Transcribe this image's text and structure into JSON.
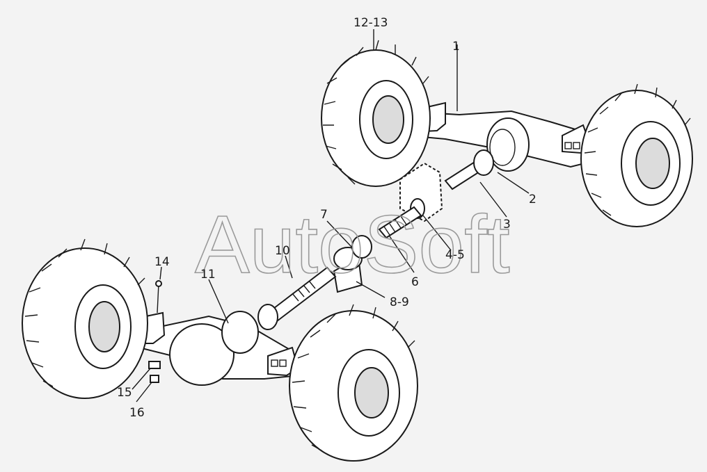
{
  "watermark": "AutoSoft",
  "callouts": [
    {
      "id": "12-13",
      "text": "12-13"
    },
    {
      "id": "1",
      "text": "1"
    },
    {
      "id": "2",
      "text": "2"
    },
    {
      "id": "3",
      "text": "3"
    },
    {
      "id": "4-5",
      "text": "4-5"
    },
    {
      "id": "6",
      "text": "6"
    },
    {
      "id": "7",
      "text": "7"
    },
    {
      "id": "8-9",
      "text": "8-9"
    },
    {
      "id": "10",
      "text": "10"
    },
    {
      "id": "11",
      "text": "11"
    },
    {
      "id": "14",
      "text": "14"
    },
    {
      "id": "15",
      "text": "15"
    },
    {
      "id": "16",
      "text": "16"
    }
  ]
}
